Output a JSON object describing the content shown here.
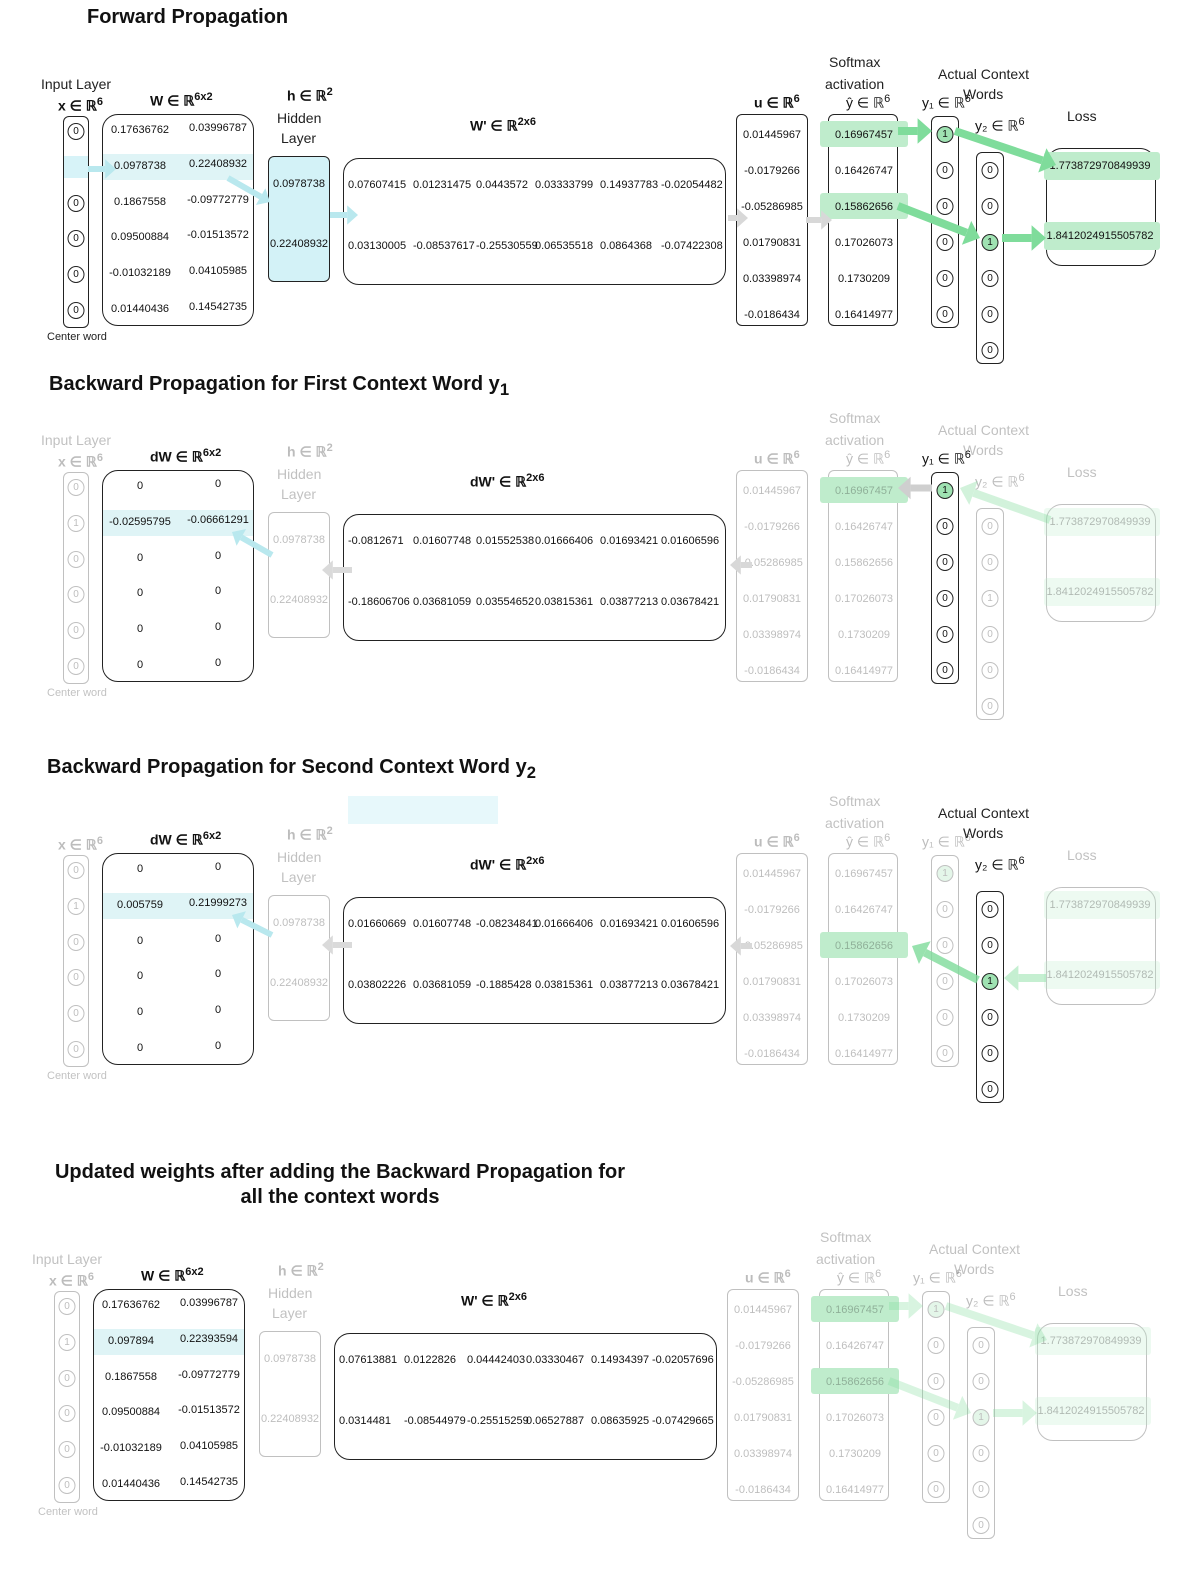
{
  "colors": {
    "highlight_cyan": "#dff4f6",
    "highlight_green": "#bfeccc",
    "arrow_green": "#7fdc9b"
  },
  "labels": {
    "input_layer": "Input Layer",
    "center_word": "Center word",
    "hidden": "Hidden",
    "layer": "Layer",
    "softmax": "Softmax",
    "activation": "activation",
    "actual_context": "Actual Context",
    "words": "Words",
    "loss": "Loss",
    "x_in": "x ∈ ℝ",
    "W_in": "W ∈ ℝ",
    "dW_in": "dW ∈ ℝ",
    "h_in": "h ∈ ℝ",
    "Wp_in": "W' ∈ ℝ",
    "dWp_in": "dW' ∈ ℝ",
    "u_in": "u ∈ ℝ",
    "yhat_in": "ŷ ∈ ℝ",
    "y1_in": "y₁ ∈ ℝ",
    "y2_in": "y₂ ∈ ℝ",
    "dim6": "6",
    "dim6x2": "6x2",
    "dim2": "2",
    "dim2x6": "2x6"
  },
  "sections": [
    {
      "title": "Forward Propagation"
    },
    {
      "title_main": "Backward Propagation for First Context Word y",
      "title_sub": "1"
    },
    {
      "title_main": "Backward Propagation for Second Context Word y",
      "title_sub": "2"
    },
    {
      "title_line1": "Updated weights after adding the Backward Propagation for",
      "title_line2": "all the context words"
    }
  ],
  "x_onehot": [
    "0",
    "1",
    "0",
    "0",
    "0",
    "0"
  ],
  "y1_onehot": [
    "1",
    "0",
    "0",
    "0",
    "0",
    "0"
  ],
  "y2_onehot": [
    "0",
    "0",
    "1",
    "0",
    "0",
    "0"
  ],
  "W": [
    [
      "0.17636762",
      "0.03996787"
    ],
    [
      "0.0978738",
      "0.22408932"
    ],
    [
      "0.1867558",
      "-0.09772779"
    ],
    [
      "0.09500884",
      "-0.01513572"
    ],
    [
      "-0.01032189",
      "0.04105985"
    ],
    [
      "0.01440436",
      "0.14542735"
    ]
  ],
  "h": [
    "0.0978738",
    "0.22408932"
  ],
  "Wp": [
    [
      "0.07607415",
      "0.01231475",
      "0.0443572",
      "0.03333799",
      "0.14937783",
      "-0.02054482"
    ],
    [
      "0.03130005",
      "-0.08537617",
      "-0.25530559",
      "0.06535518",
      "0.0864368",
      "-0.07422308"
    ]
  ],
  "u": [
    "0.01445967",
    "-0.0179266",
    "-0.05286985",
    "0.01790831",
    "0.03398974",
    "-0.0186434"
  ],
  "yhat": [
    "0.16967457",
    "0.16426747",
    "0.15862656",
    "0.17026073",
    "0.1730209",
    "0.16414977"
  ],
  "loss": [
    "1.773872970849939",
    "1.8412024915505782"
  ],
  "dW1": [
    [
      "0",
      "0"
    ],
    [
      "-0.02595795",
      "-0.06661291"
    ],
    [
      "0",
      "0"
    ],
    [
      "0",
      "0"
    ],
    [
      "0",
      "0"
    ],
    [
      "0",
      "0"
    ]
  ],
  "dWp1": [
    [
      "-0.0812671",
      "0.01607748",
      "0.01552538",
      "0.01666406",
      "0.01693421",
      "0.01606596"
    ],
    [
      "-0.18606706",
      "0.03681059",
      "0.03554652",
      "0.03815361",
      "0.03877213",
      "0.03678421"
    ]
  ],
  "dW2": [
    [
      "0",
      "0"
    ],
    [
      "0.005759",
      "0.21999273"
    ],
    [
      "0",
      "0"
    ],
    [
      "0",
      "0"
    ],
    [
      "0",
      "0"
    ],
    [
      "0",
      "0"
    ]
  ],
  "dWp2": [
    [
      "0.01660669",
      "0.01607748",
      "-0.08234841",
      "0.01666406",
      "0.01693421",
      "0.01606596"
    ],
    [
      "0.03802226",
      "0.03681059",
      "-0.1885428",
      "0.03815361",
      "0.03877213",
      "0.03678421"
    ]
  ],
  "W_new": [
    [
      "0.17636762",
      "0.03996787"
    ],
    [
      "0.097894",
      "0.22393594"
    ],
    [
      "0.1867558",
      "-0.09772779"
    ],
    [
      "0.09500884",
      "-0.01513572"
    ],
    [
      "-0.01032189",
      "0.04105985"
    ],
    [
      "0.01440436",
      "0.14542735"
    ]
  ],
  "Wp_new": [
    [
      "0.07613881",
      "0.0122826",
      "0.04442403",
      "0.03330467",
      "0.14934397",
      "-0.02057696"
    ],
    [
      "0.0314481",
      "-0.08544979",
      "-0.25515259",
      "0.06527887",
      "0.08635925",
      "-0.07429665"
    ]
  ]
}
